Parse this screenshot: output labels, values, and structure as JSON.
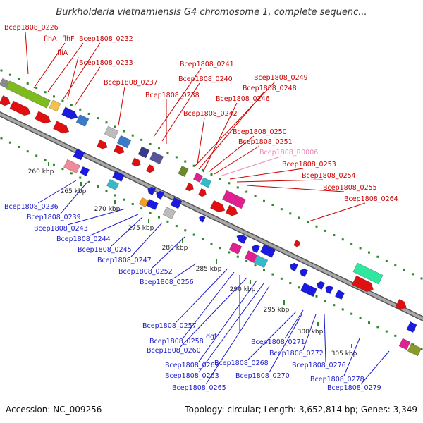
{
  "title": "Burkholderia vietnamiensis G4 chromosome 1, complete sequenc...",
  "accession": "Accession: NC_009256",
  "summary": "Topology: circular; Length: 3,652,814 bp; Genes: 3,349",
  "colors": {
    "top_label": "#cc0000",
    "bottom_label": "#1a1acc",
    "rna_label": "#ee88bb",
    "backbone": "#888888",
    "track_dots": "#2a8a2a"
  },
  "ticks": [
    "260 kbp",
    "265 kbp",
    "270 kbp",
    "275 kbp",
    "280 kbp",
    "285 kbp",
    "290 kbp",
    "295 kbp",
    "300 kbp",
    "305 kbp"
  ],
  "top_labels": [
    "Bcep1808_0226",
    "flhA",
    "flhF",
    "Bcep1808_0232",
    "fliA",
    "Bcep1808_0233",
    "Bcep1808_0237",
    "Bcep1808_0241",
    "Bcep1808_0240",
    "Bcep1808_0238",
    "Bcep1808_0249",
    "Bcep1808_0248",
    "Bcep1808_0246",
    "Bcep1808_0242",
    "Bcep1808_0250",
    "Bcep1808_0251",
    "Bcep1808_R0006",
    "Bcep1808_0253",
    "Bcep1808_0254",
    "Bcep1808_0255",
    "Bcep1808_0264"
  ],
  "bottom_labels": [
    "Bcep1808_0236",
    "Bcep1808_0239",
    "Bcep1808_0243",
    "Bcep1808_0244",
    "Bcep1808_0245",
    "Bcep1808_0247",
    "Bcep1808_0252",
    "Bcep1808_0256",
    "Bcep1808_0257",
    "Bcep1808_0258",
    "dgt",
    "Bcep1808_0260",
    "Bcep1808_0262",
    "Bcep1808_0263",
    "Bcep1808_0265",
    "Bcep1808_0268",
    "Bcep1808_0270",
    "Bcep1808_0271",
    "Bcep1808_0272",
    "Bcep1808_0276",
    "Bcep1808_0278",
    "Bcep1808_0279"
  ]
}
